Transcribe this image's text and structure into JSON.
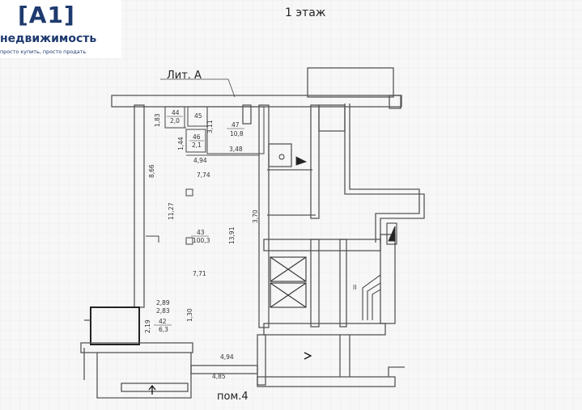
{
  "logo": {
    "mark": "[A1]",
    "name": "недвижимость",
    "slogan": "просто купить, просто продать",
    "color": "#1e3a6e"
  },
  "title": "1 этаж",
  "building_label": "Лит. А",
  "premises_label": "пом.4",
  "rooms": [
    {
      "id": "44",
      "area": "2,0"
    },
    {
      "id": "45",
      "area": ""
    },
    {
      "id": "46",
      "area": "2,1"
    },
    {
      "id": "47",
      "area": "10,8"
    },
    {
      "id": "43",
      "area": "100,3"
    },
    {
      "id": "42",
      "area": "6,3"
    }
  ],
  "dimensions": {
    "d1": "1,83",
    "d2": "3,11",
    "d3": "1,44",
    "d4": "3,48",
    "d5": "4,94",
    "d6": "7,74",
    "d7": "8,66",
    "d8": "11,27",
    "d9": "13,91",
    "d10": "3,70",
    "d11": "7,71",
    "d12": "2,89",
    "d13": "2,83",
    "d14": "2,19",
    "d15": "1,30",
    "d16": "4,94",
    "d17": "4,85"
  },
  "stair_mark": "II"
}
